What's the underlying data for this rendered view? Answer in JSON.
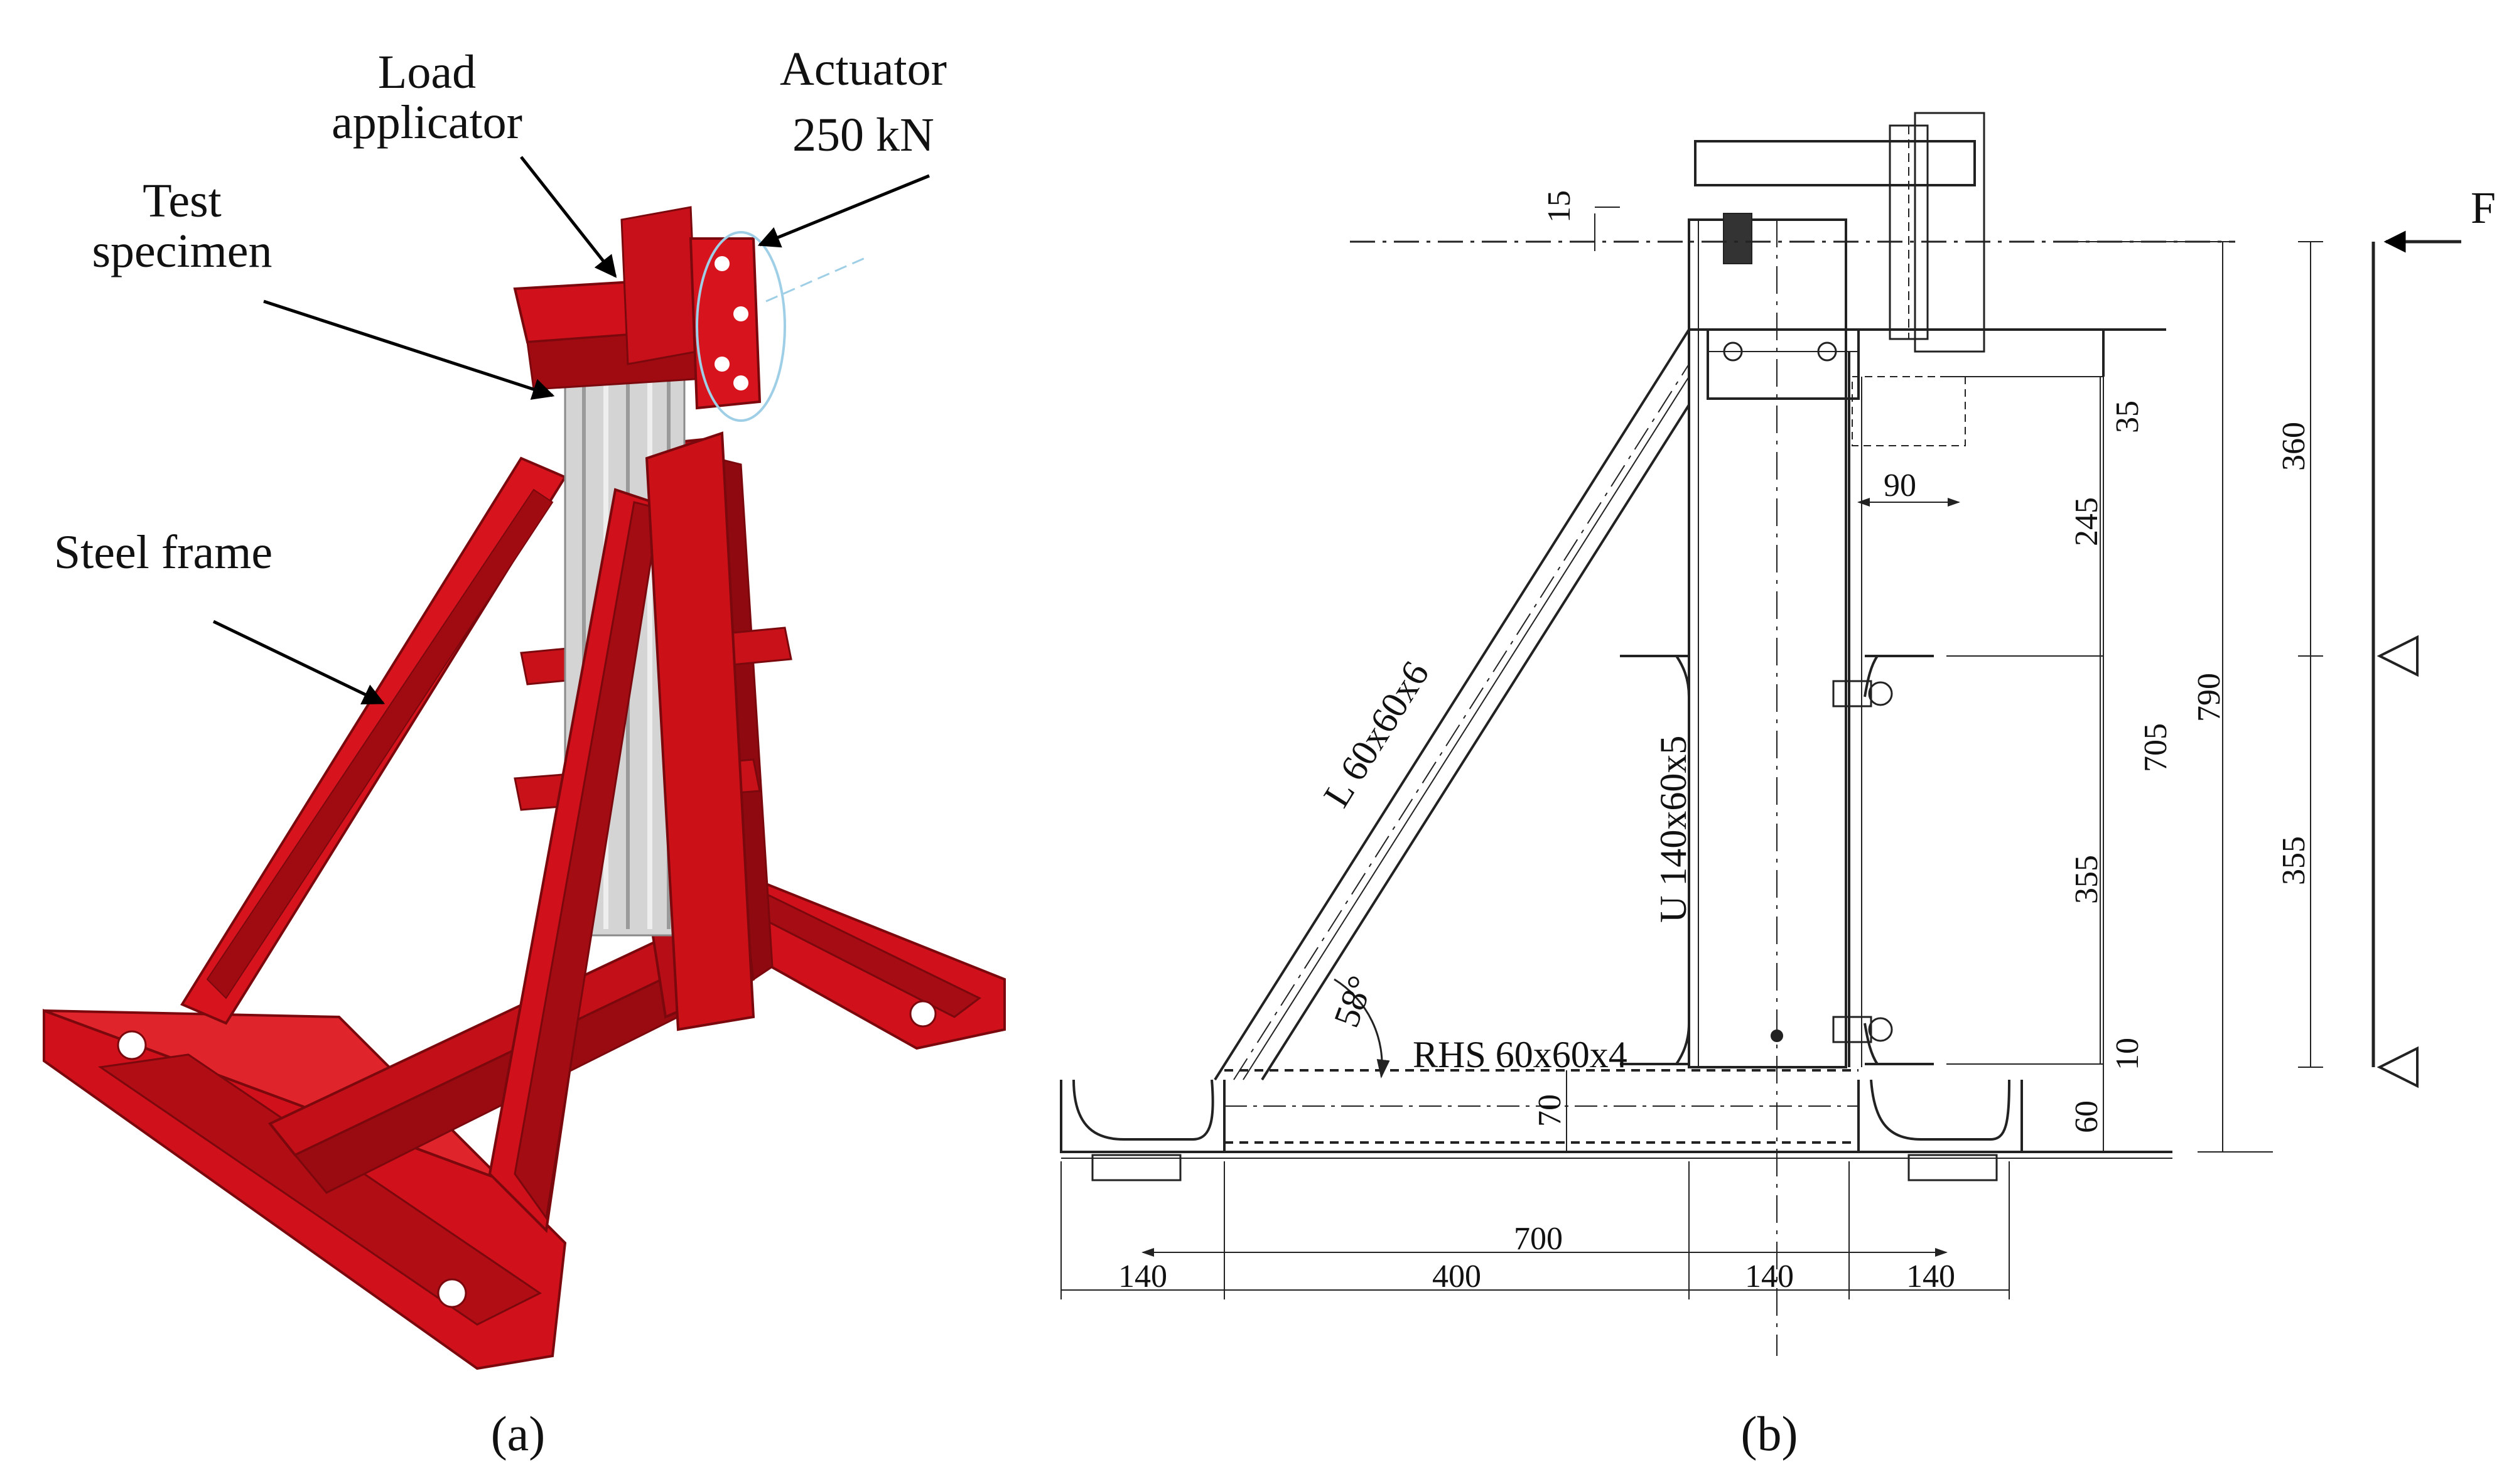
{
  "panel_a": {
    "caption": "(a)",
    "callouts": {
      "load_applicator": [
        "Load",
        "applicator"
      ],
      "actuator": [
        "Actuator",
        "250 kN"
      ],
      "test_specimen": [
        "Test",
        "specimen"
      ],
      "steel_frame": "Steel frame"
    },
    "colors": {
      "frame_red": "#d0101a",
      "frame_dark": "#8e0a10",
      "specimen": "#c8c8c8"
    }
  },
  "panel_b": {
    "caption": "(b)",
    "labels": {
      "angle_section": "L 60x60x6",
      "channel_section": "U 140x60x5",
      "rhs_section": "RHS 60x60x4",
      "angle": "58°",
      "force": "F"
    },
    "dimensions": {
      "d15": "15",
      "d35": "35",
      "d90": "90",
      "d245": "245",
      "d705": "705",
      "d790": "790",
      "d355": "355",
      "d10": "10",
      "d70": "70",
      "d60": "60",
      "d700": "700",
      "d140a": "140",
      "d400": "400",
      "d140b": "140",
      "d140c": "140",
      "d360": "360",
      "d355b": "355"
    }
  }
}
